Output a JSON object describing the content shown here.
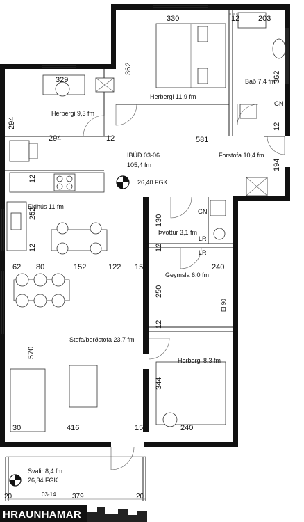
{
  "rooms": {
    "herbergi1": "Herbergi 11,9 fm",
    "herbergi2": "Herbergi 9,3 fm",
    "bad": "Bað 7,4 fm",
    "forstofa": "Forstofa 10,4 fm",
    "eldhus": "Eldhús 11 fm",
    "thvottur": "Þvottur 3,1 fm",
    "geymsla": "Geymsla 6,0 fm",
    "stofa": "Stofa/borðstofa 23,7 fm",
    "herbergi3": "Herbergi 8,3 fm",
    "svalir_line1": "Svalir 8,4 fm",
    "svalir_line2": "26,34 FGK"
  },
  "unit": {
    "line1": "ÍBÚÐ 03-06",
    "line2": "105,4 fm",
    "fgk": "26,40 FGK",
    "small_code": "03-14"
  },
  "dimensions": {
    "d330": "330",
    "d12_top": "12",
    "d203": "203",
    "d362_left": "362",
    "d362_right": "362",
    "d329": "329",
    "d294_v": "294",
    "d294_h": "294",
    "d12_a": "12",
    "d581": "581",
    "d12_b": "12",
    "d194": "194",
    "d12_c": "12",
    "d252": "252",
    "d12_d": "12",
    "d130": "130",
    "d12_e": "12",
    "d62": "62",
    "d80": "80",
    "d152": "152",
    "d122": "122",
    "d15_a": "15",
    "d240_a": "240",
    "d250": "250",
    "d12_f": "12",
    "d570": "570",
    "d344": "344",
    "d30": "30",
    "d416": "416",
    "d15_b": "15",
    "d240_b": "240",
    "d20_a": "20",
    "d379": "379",
    "d20_b": "20"
  },
  "marks": {
    "gn_bath": "GN",
    "gn_laundry": "GN",
    "lr1": "LR",
    "lr2": "LR",
    "ei90": "EI 90"
  },
  "brand": "HRAUNHAMAR"
}
